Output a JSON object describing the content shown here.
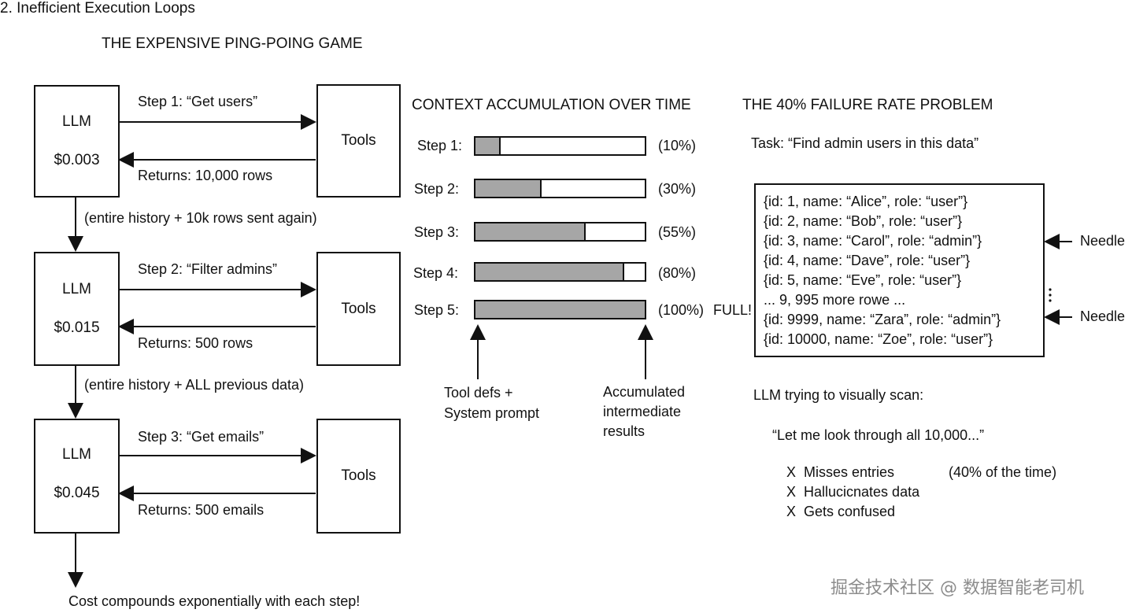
{
  "header": {
    "section_title": "2. Inefficient Execution Loops",
    "game_title": "THE EXPENSIVE PING-POING GAME"
  },
  "loop": {
    "llm_label": "LLM",
    "tools_label": "Tools",
    "stages": [
      {
        "cost": "$0.003",
        "request": "Step 1: “Get users”",
        "returns": "Returns: 10,000 rows"
      },
      {
        "cost": "$0.015",
        "request": "Step 2: “Filter admins”",
        "returns": "Returns: 500 rows"
      },
      {
        "cost": "$0.045",
        "request": "Step 3: “Get emails”",
        "returns": "Returns: 500 emails"
      }
    ],
    "transitions": [
      "(entire history + 10k rows sent again)",
      "(entire history + ALL previous data)"
    ],
    "footer": "Cost compounds exponentially with each step!"
  },
  "context": {
    "title": "CONTEXT ACCUMULATION OVER TIME",
    "steps": [
      {
        "label": "Step 1:",
        "fill_fraction": 0.14,
        "percent": "(10%)"
      },
      {
        "label": "Step 2:",
        "fill_fraction": 0.38,
        "percent": "(30%)"
      },
      {
        "label": "Step 3:",
        "fill_fraction": 0.64,
        "percent": "(55%)"
      },
      {
        "label": "Step 4:",
        "fill_fraction": 0.87,
        "percent": "(80%)"
      },
      {
        "label": "Step 5:",
        "fill_fraction": 1.0,
        "percent": "(100%)",
        "note": "FULL!"
      }
    ],
    "left_annotation": [
      "Tool defs +",
      "System prompt"
    ],
    "right_annotation": [
      "Accumulated",
      "intermediate",
      "results"
    ]
  },
  "failure": {
    "title": "THE 40% FAILURE RATE PROBLEM",
    "task": "Task: “Find admin users in this data”",
    "records": [
      "{id: 1, name: “Alice”, role: “user”}",
      "{id: 2, name: “Bob”, role: “user”}",
      "{id: 3, name: “Carol”, role: “admin”}",
      "{id: 4, name: “Dave”, role: “user”}",
      "{id: 5, name: “Eve”, role: “user”}",
      "... 9, 995 more rowe ...",
      "{id: 9999, name: “Zara”, role: “admin”}",
      "{id: 10000, name: “Zoe”, role: “user”}"
    ],
    "needle_label": "Needle",
    "scan_heading": "LLM trying to visually scan:",
    "scan_quote": "“Let me look through all 10,000...”",
    "failures": [
      {
        "mark": "X",
        "text": "Misses entries",
        "note": "(40% of the time)"
      },
      {
        "mark": "X",
        "text": "Hallucicnates data"
      },
      {
        "mark": "X",
        "text": "Gets confused"
      }
    ]
  },
  "watermark": "掘金技术社区 @ 数据智能老司机"
}
